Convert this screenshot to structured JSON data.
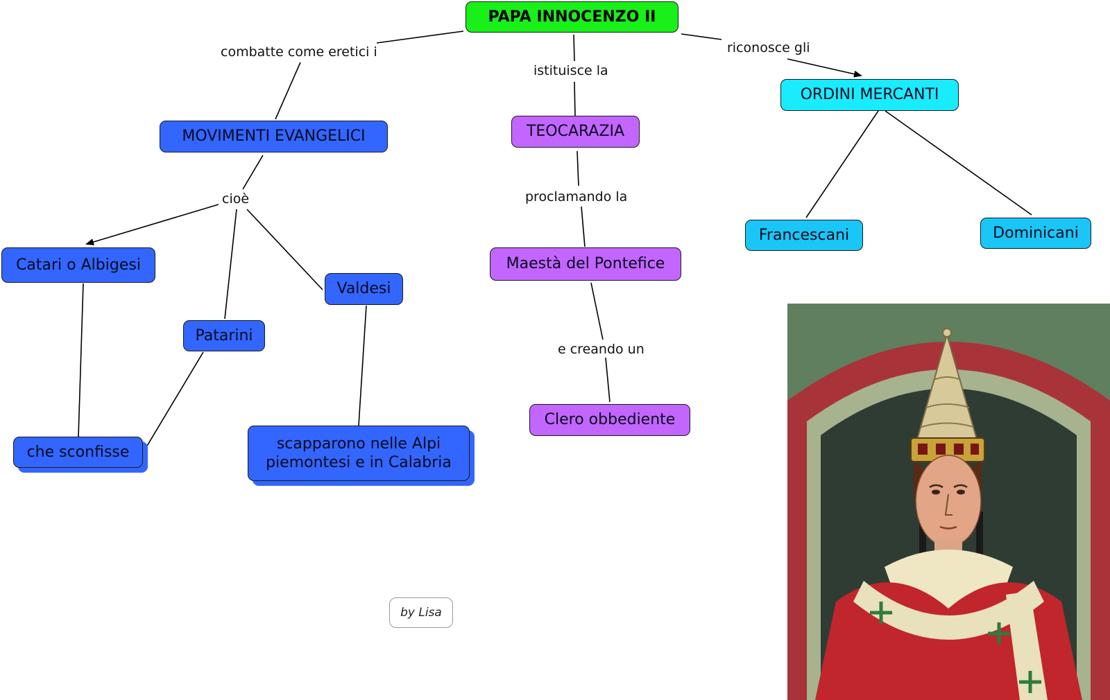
{
  "nodes": {
    "root": "PAPA INNOCENZO II",
    "movimenti": "MOVIMENTI EVANGELICI",
    "teocrazia": "TEOCARAZIA",
    "ordini": "ORDINI MERCANTI",
    "catari": "Catari o Albigesi",
    "patarini": "Patarini",
    "valdesi": "Valdesi",
    "sconfisse": "che sconfisse",
    "scapparono_1": "scapparono nelle Alpi",
    "scapparono_2": "piemontesi e in Calabria",
    "maesta": "Maestà del Pontefice",
    "clero": "Clero obbediente",
    "francescani": "Francescani",
    "domenicani": "Dominicani"
  },
  "links": {
    "combatte": "combatte come eretici i",
    "istituisce": "istituisce la",
    "riconosce": "riconosce gli",
    "cioe": "cioè",
    "proclamando": "proclamando la",
    "creando": "e creando un"
  },
  "signature": "by Lisa",
  "colors": {
    "root": "#19f019",
    "movements": "#3366ff",
    "theocracy": "#c266ff",
    "orders": "#19ecff"
  }
}
